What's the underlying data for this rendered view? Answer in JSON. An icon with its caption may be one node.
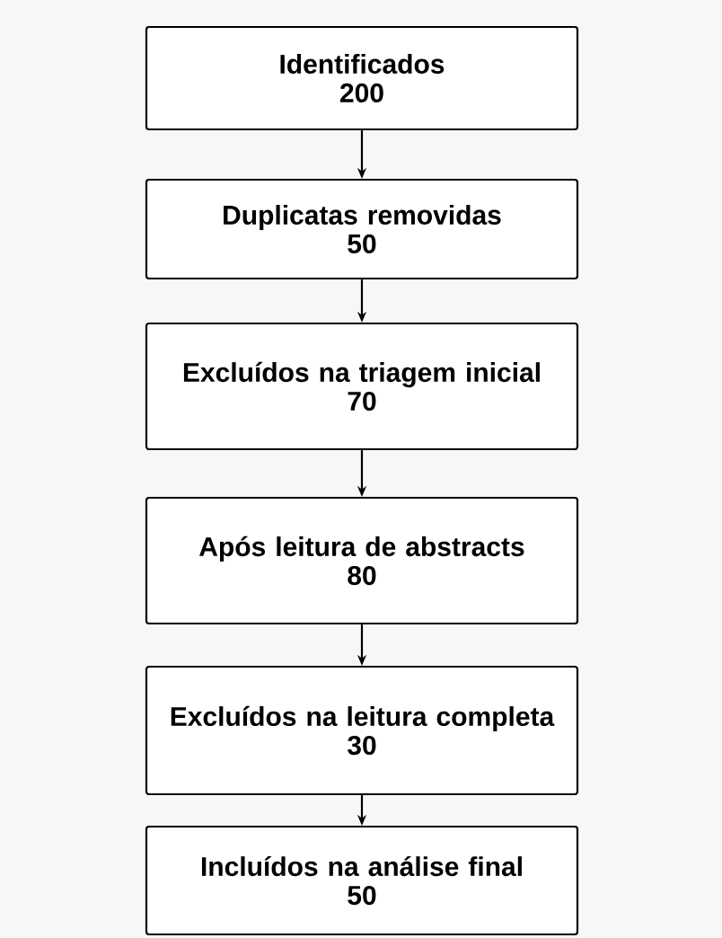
{
  "diagram": {
    "nodes": [
      {
        "text": [
          "Identificados",
          "200"
        ]
      },
      {
        "text": [
          "Duplicatas removidas",
          "50"
        ]
      },
      {
        "text": [
          "Excluídos na triagem inicial",
          "70"
        ]
      },
      {
        "text": [
          "Após leitura de abstracts",
          "80"
        ]
      },
      {
        "text": [
          "Excluídos na leitura completa",
          "30"
        ]
      },
      {
        "text": [
          "Incluídos na análise final",
          "50"
        ]
      }
    ],
    "edges": [
      {
        "from": 0,
        "to": 1,
        "arrow": "to"
      },
      {
        "from": 1,
        "to": 2,
        "arrow": "to"
      },
      {
        "from": 2,
        "to": 3,
        "arrow": "to"
      },
      {
        "from": 3,
        "to": 4,
        "arrow": "to"
      },
      {
        "from": 4,
        "to": 5,
        "arrow": "to"
      }
    ]
  }
}
